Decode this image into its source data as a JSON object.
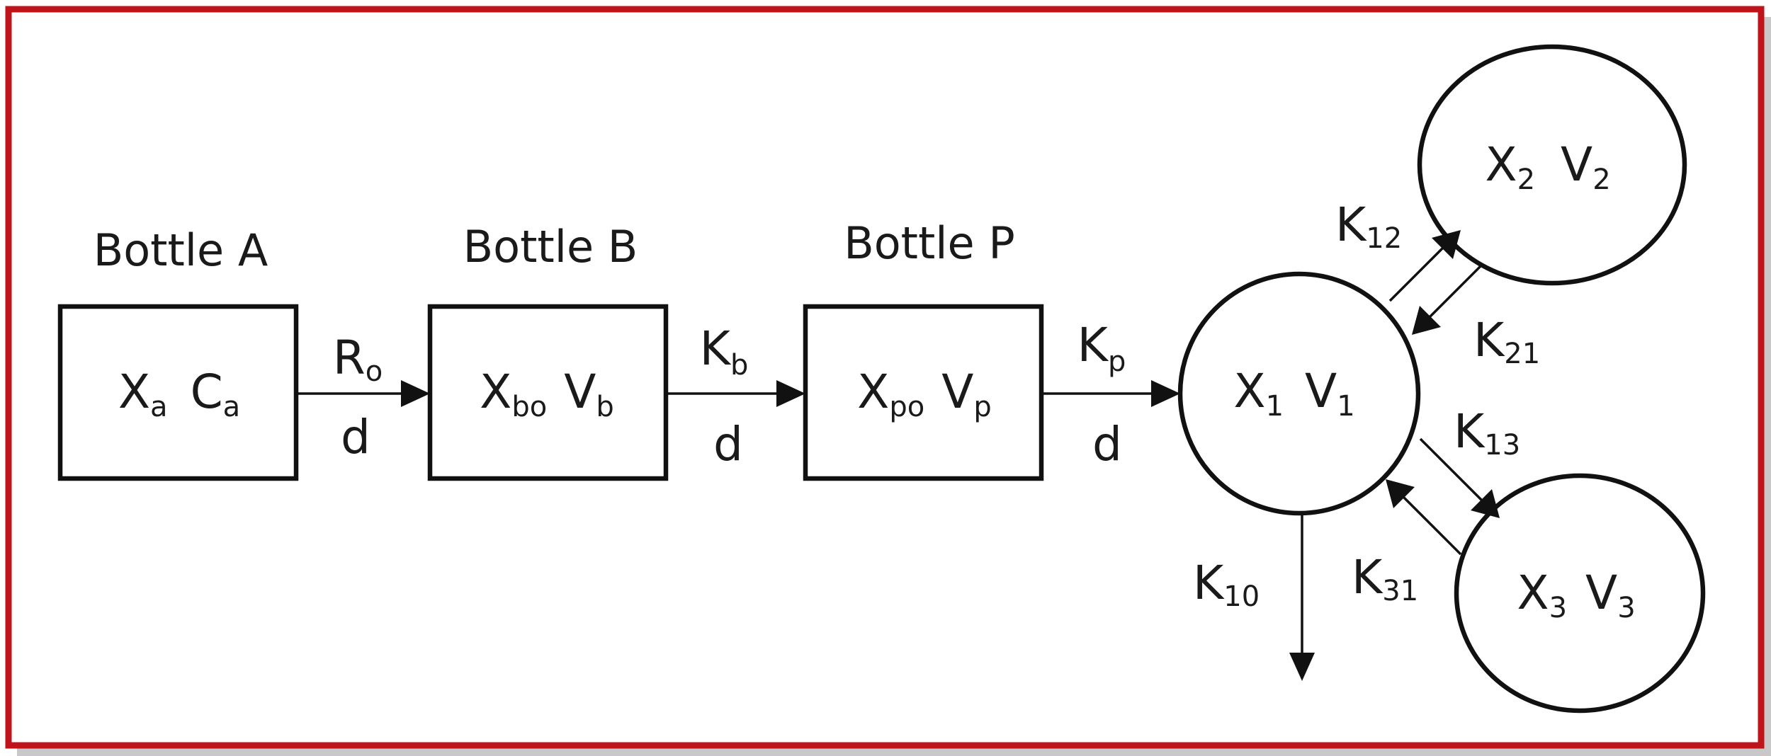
{
  "frame": {
    "border_color": "#c0141b"
  },
  "bottles": [
    {
      "title": "Bottle A",
      "var1": "X",
      "sub1": "a",
      "var2": "C",
      "sub2": "a"
    },
    {
      "title": "Bottle B",
      "var1": "X",
      "sub1": "bo",
      "var2": "V",
      "sub2": "b"
    },
    {
      "title": "Bottle P",
      "var1": "X",
      "sub1": "po",
      "var2": "V",
      "sub2": "p"
    }
  ],
  "compartments": [
    {
      "var1": "X",
      "sub1": "1",
      "var2": "V",
      "sub2": "1"
    },
    {
      "var1": "X",
      "sub1": "2",
      "var2": "V",
      "sub2": "2"
    },
    {
      "var1": "X",
      "sub1": "3",
      "var2": "V",
      "sub2": "3"
    }
  ],
  "flows": [
    {
      "symbol": "R",
      "sub": "o",
      "lower": "d"
    },
    {
      "symbol": "K",
      "sub": "b",
      "lower": "d"
    },
    {
      "symbol": "K",
      "sub": "p",
      "lower": "d"
    }
  ],
  "rates": {
    "k12": {
      "symbol": "K",
      "sub": "12"
    },
    "k21": {
      "symbol": "K",
      "sub": "21"
    },
    "k13": {
      "symbol": "K",
      "sub": "13"
    },
    "k31": {
      "symbol": "K",
      "sub": "31"
    },
    "k10": {
      "symbol": "K",
      "sub": "10"
    }
  }
}
